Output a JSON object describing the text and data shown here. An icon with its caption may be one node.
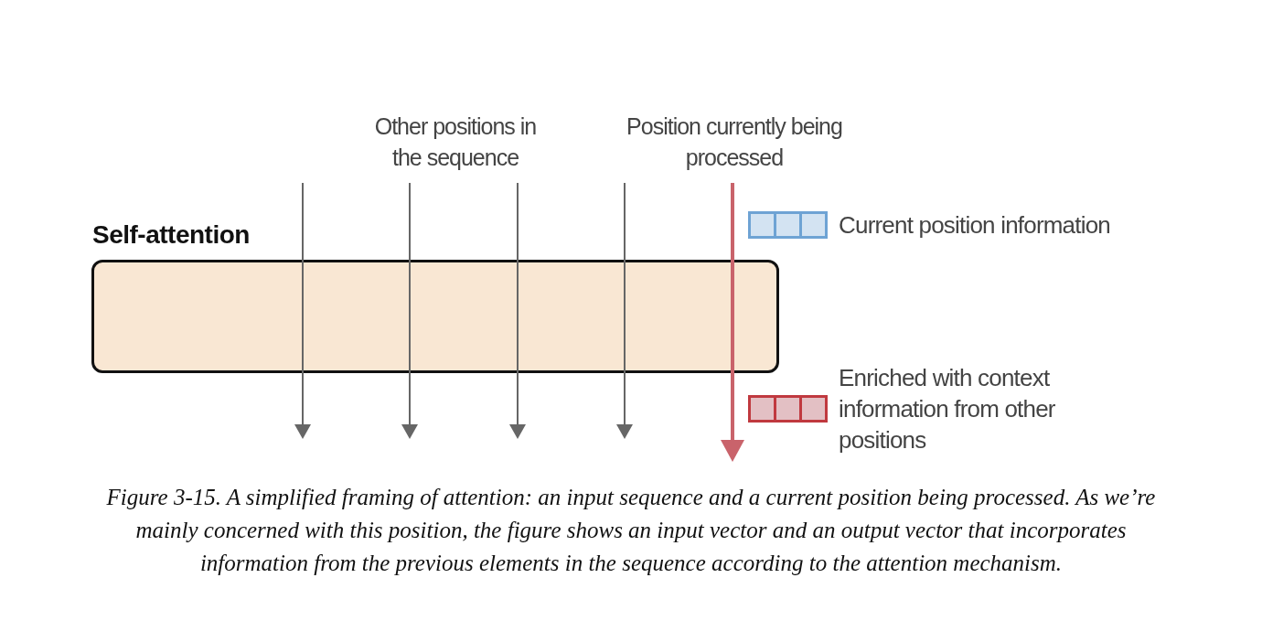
{
  "diagram": {
    "caption": "Figure 3-15. A simplified framing of attention: an input sequence and a current position being processed. As we’re mainly concerned with this position, the figure shows an input vector and an output vector that incorporates information from the previous elements in the sequence according to the attention mechanism.",
    "nodes": [
      {
        "text": [
          "Self-attention"
        ]
      }
    ],
    "labels": [
      "Other positions in the sequence",
      "Position currently being processed"
    ],
    "legend": [
      {
        "text": "Current position information",
        "color": "#d3e3f2"
      },
      {
        "text": "Enriched with context information from other positions",
        "color": "#e3c0c4"
      }
    ]
  }
}
